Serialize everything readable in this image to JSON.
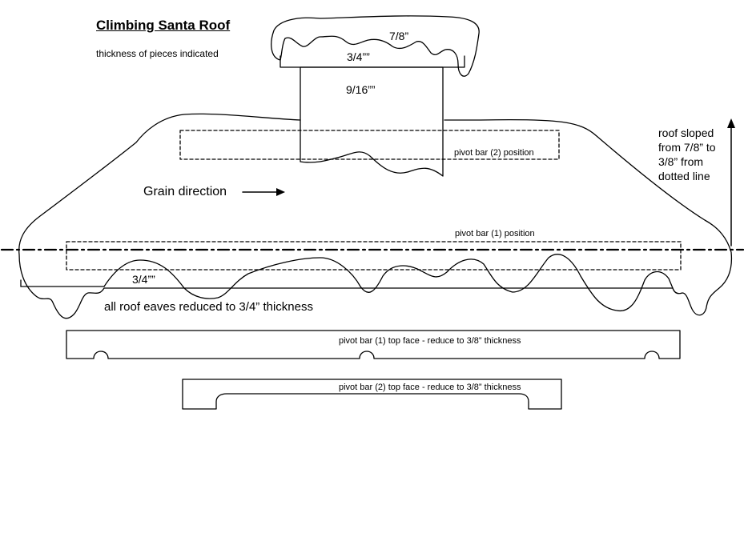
{
  "title": "Climbing Santa Roof",
  "subtitle": "thickness of pieces indicated",
  "labels": {
    "chimney_cap_top": "7/8”",
    "chimney_cap_bottom": "3/4””",
    "chimney_body": "9/16””",
    "pivot_bar_2_position": "pivot bar (2) position",
    "pivot_bar_1_position": "pivot bar (1) position",
    "grain_direction": "Grain direction",
    "roof_slope_note": [
      "roof sloped",
      "from 7/8” to",
      "3/8” from",
      "dotted line"
    ],
    "eave_thickness": "3/4””",
    "eaves_note": "all roof eaves reduced to 3/4” thickness",
    "pivot_bar_1_top_face": "pivot bar (1) top face  -  reduce to 3/8” thickness",
    "pivot_bar_2_top_face": "pivot bar (2) top face  -  reduce to 3/8” thickness"
  },
  "colors": {
    "line": "#000000",
    "background": "#ffffff"
  }
}
